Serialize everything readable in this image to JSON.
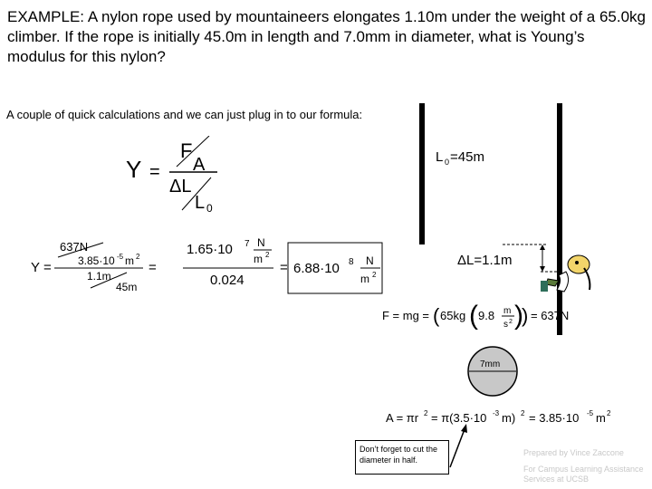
{
  "problem_text": "EXAMPLE: A nylon rope used by mountaineers elongates 1.10m under the weight of a 65.0kg climber. If the rope is initially 45.0m in length and 7.0mm in diameter, what is Young’s modulus for this nylon?",
  "intro_text": "A couple of quick calculations and we can just plug in to our formula:",
  "formula": {
    "Y": "Y",
    "F": "F",
    "A": "A",
    "dL": "ΔL",
    "L0": "L",
    "L0_sub": "0"
  },
  "calc": {
    "Y": "Y",
    "num_top": "637N",
    "num_mid": "3.85·10",
    "num_mid_exp": "-5",
    "num_mid_unit": "m",
    "num_mid_unit_exp": "2",
    "den_top": "1.1m",
    "den_bot": "45m",
    "step2_num": "1.65·10",
    "step2_num_exp": "7",
    "step2_unit_n": "N",
    "step2_unit_m": "m",
    "step2_unit_m_exp": "2",
    "step2_den": "0.024",
    "result": "6.88·10",
    "result_exp": "8",
    "result_unit_n": "N",
    "result_unit_m": "m",
    "result_unit_m_exp": "2"
  },
  "L0_label": "L",
  "L0_sub": "0",
  "L0_value": "=45m",
  "dL_label": "ΔL=1.1m",
  "force_eq": {
    "lhs": "F = mg =",
    "mass": "65kg",
    "g": "9.8",
    "g_unit_num": "m",
    "g_unit_den": "s",
    "g_unit_den_exp": "2",
    "result": "= 637N"
  },
  "diameter_label": "7mm",
  "area_eq": {
    "lhs": "A = πr",
    "lhs_exp": "2",
    "mid": "= π(3.5·10",
    "mid_exp": "-3",
    "mid_unit": "m)",
    "mid_unit_exp": "2",
    "rhs": "= 3.85·10",
    "rhs_exp": "-5",
    "rhs_unit": "m",
    "rhs_unit_exp": "2"
  },
  "note": "Don’t forget to cut the diameter in half.",
  "credit_line1": "Prepared by Vince Zaccone",
  "credit_line2": "For Campus Learning Assistance Services at UCSB",
  "colors": {
    "credit": "#c8c8c8",
    "rope": "#000000"
  }
}
